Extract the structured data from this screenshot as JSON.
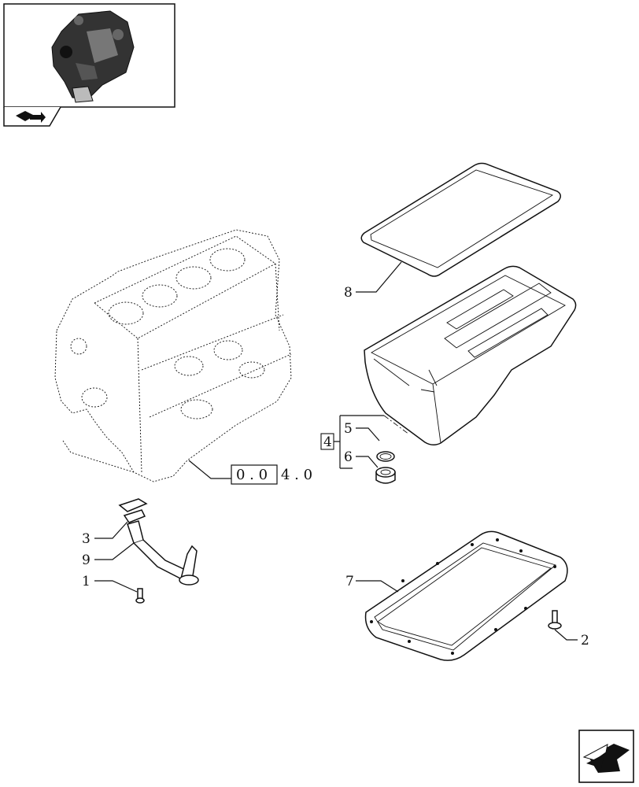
{
  "thumbnail": {
    "icon": "engine-thumbnail-icon",
    "nav_icon": "book-arrow-icon"
  },
  "reference": {
    "boxed": "0 . 0",
    "rest": "4 . 0"
  },
  "group_bracket": {
    "label": "4"
  },
  "callouts": [
    {
      "id": "8",
      "label": "8"
    },
    {
      "id": "5",
      "label": "5"
    },
    {
      "id": "6",
      "label": "6"
    },
    {
      "id": "3",
      "label": "3"
    },
    {
      "id": "9",
      "label": "9"
    },
    {
      "id": "1",
      "label": "1"
    },
    {
      "id": "7",
      "label": "7"
    },
    {
      "id": "2",
      "label": "2"
    }
  ],
  "next_page": {
    "icon": "next-page-arrow-icon"
  }
}
